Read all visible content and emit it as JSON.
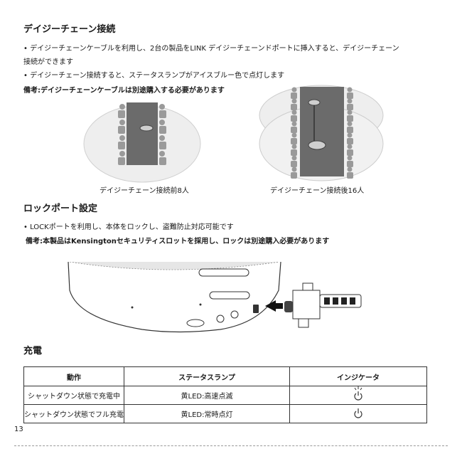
{
  "section1": {
    "title": "デイジーチェーン接続",
    "bullet1_line1": "•  デイジーチェーンケーブルを利用し、2台の製品をLINK デイジーチェーンドポートに挿入すると、デイジーチェーン",
    "bullet1_line2": "接続ができます",
    "bullet2": "•  デイジーチェーン接続すると、ステータスランプがアイスブルー色で点灯します",
    "note": "備考:デイジーチェーンケーブルは別途購入する必要があります",
    "caption_before": "デイジーチェーン接続前8人",
    "caption_after": "デイジーチェーン接続後16人"
  },
  "section2": {
    "title": "ロックポート設定",
    "bullet": "•  LOCKポートを利用し、本体をロックし、盗難防止対応可能です",
    "note": "備考:本製品はKensingtonセキュリティスロットを採用し、ロックは別途購入必要があります"
  },
  "section3": {
    "title": "充電",
    "table": {
      "headers": [
        "動作",
        "ステータスランプ",
        "インジケータ"
      ],
      "rows": [
        {
          "action": "シャットダウン状態で充電中",
          "status": "黄LED:高速点滅",
          "indicator": "power-blinking-icon"
        },
        {
          "action": "シャットダウン状態でフル充電",
          "status": "黄LED:常時点灯",
          "indicator": "power-icon"
        }
      ]
    }
  },
  "page_number": "13"
}
